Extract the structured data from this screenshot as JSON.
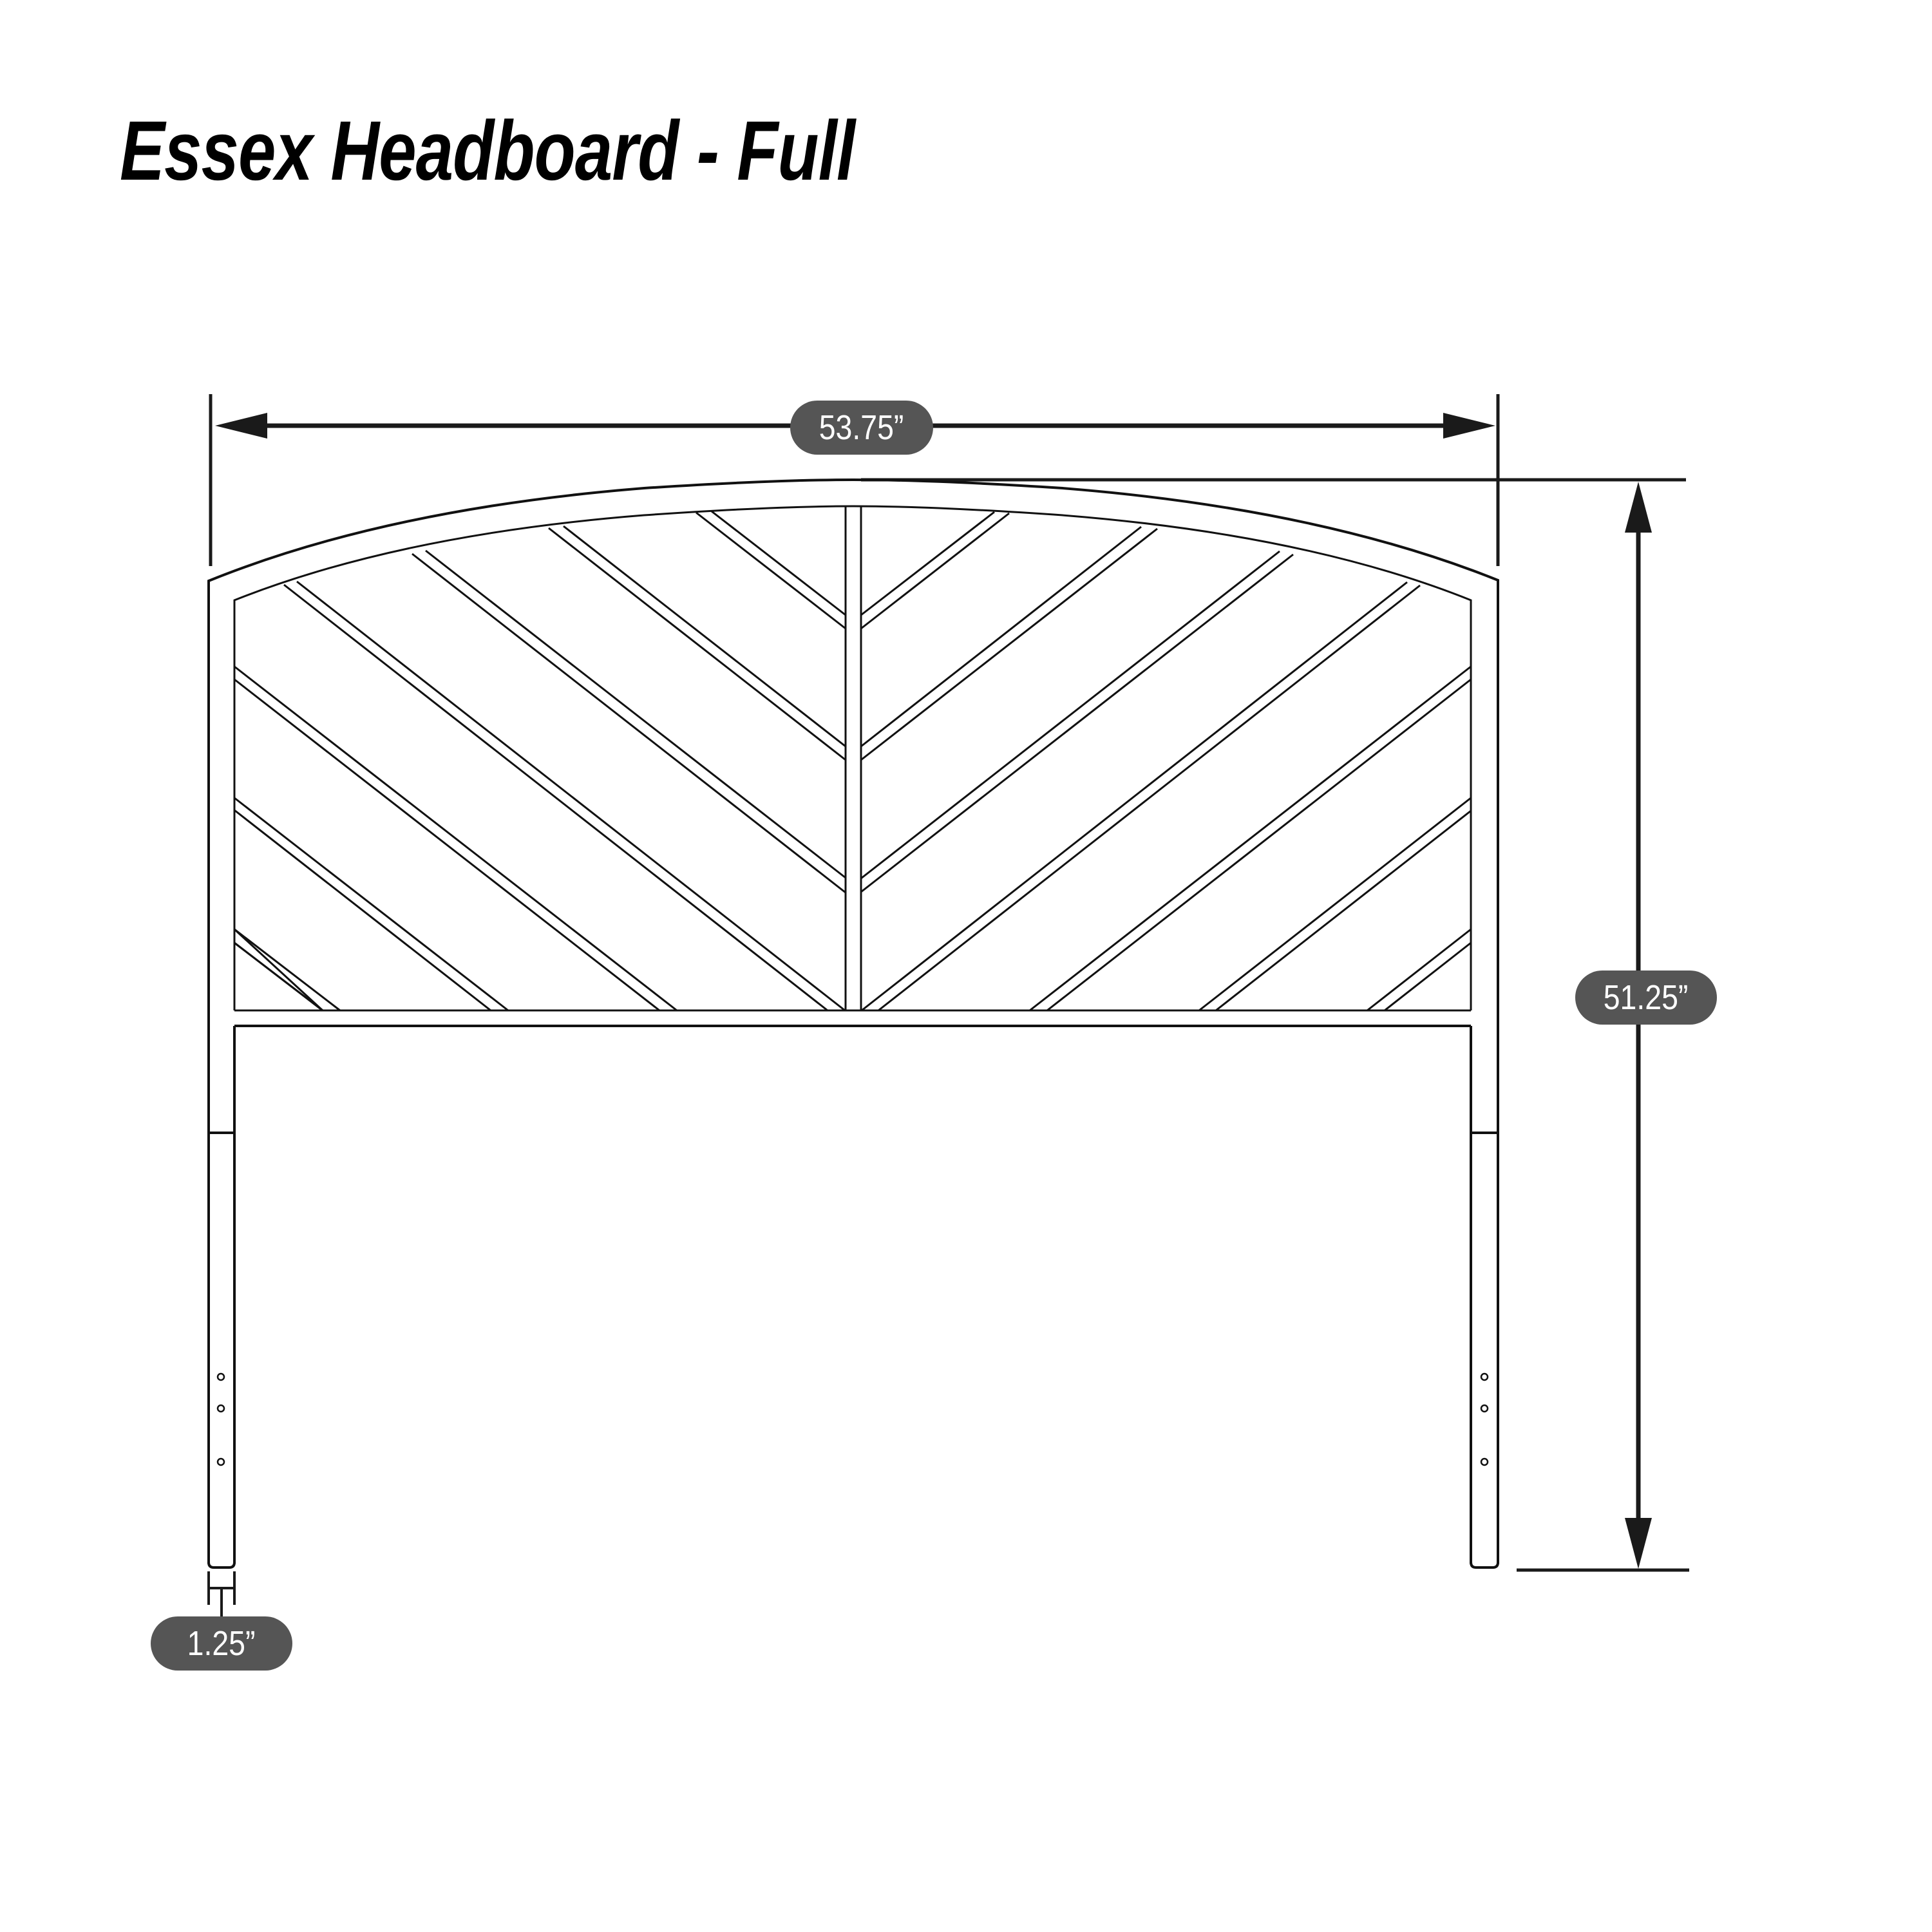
{
  "title": "Essex Headboard - Full",
  "dimensions": {
    "width": {
      "label": "53.75”",
      "value_in": 53.75,
      "orientation": "horizontal"
    },
    "height": {
      "label": "51.25”",
      "value_in": 51.25,
      "orientation": "vertical"
    },
    "leg_width": {
      "label": "1.25”",
      "value_in": 1.25,
      "orientation": "horizontal"
    }
  },
  "colors": {
    "line": "#111111",
    "badge_fill": "#555555",
    "badge_text": "#ffffff",
    "background": "#ffffff"
  },
  "drawing": {
    "subject": "headboard",
    "pattern": "chevron",
    "diagonal_pairs_per_side": 7,
    "leg_mounting_holes_per_leg": 3,
    "legs": 2
  }
}
